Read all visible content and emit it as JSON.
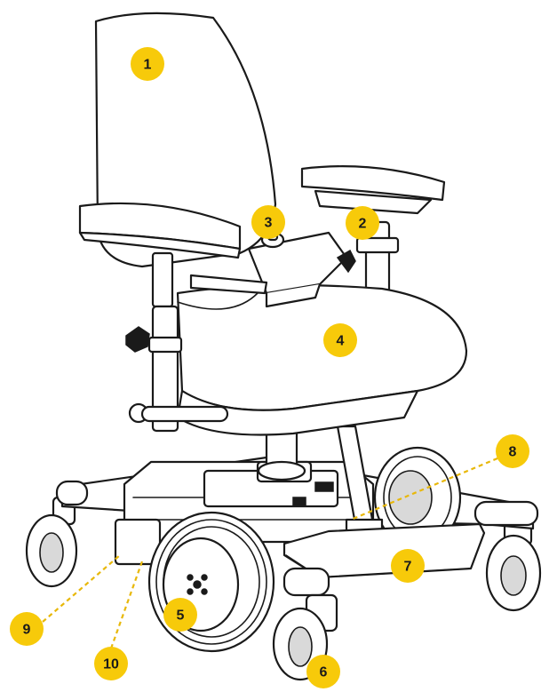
{
  "colors": {
    "badge": "#f7ca0a",
    "leader": "#e8b80a",
    "line": "#1a1a1a"
  },
  "callouts": [
    {
      "number": "1"
    },
    {
      "number": "2"
    },
    {
      "number": "3"
    },
    {
      "number": "4"
    },
    {
      "number": "5"
    },
    {
      "number": "6"
    },
    {
      "number": "7"
    },
    {
      "number": "8"
    },
    {
      "number": "9"
    },
    {
      "number": "10"
    }
  ]
}
